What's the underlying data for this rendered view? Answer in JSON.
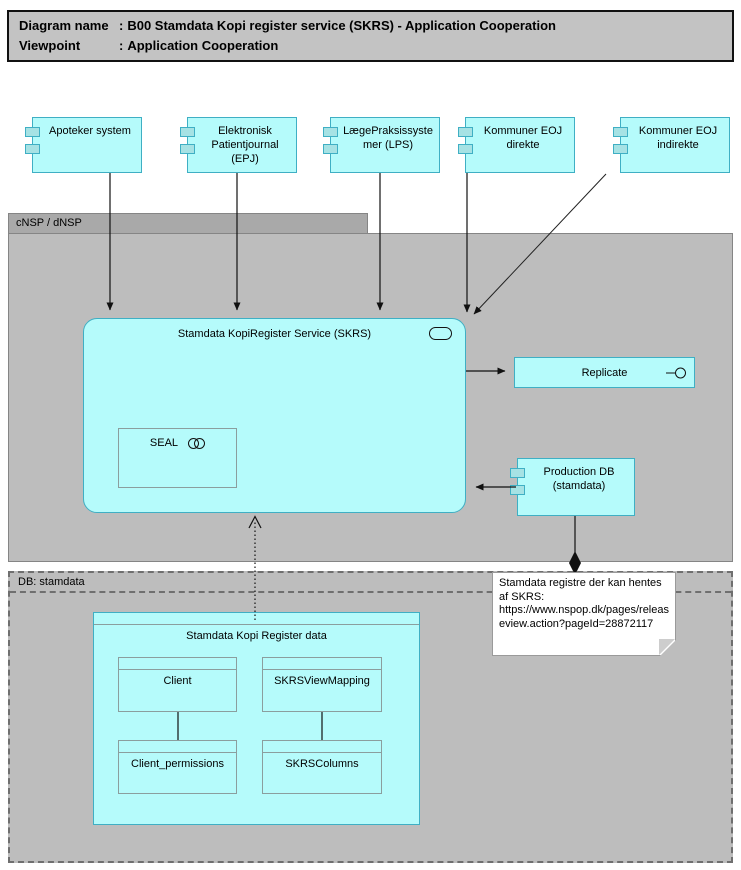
{
  "title_block": {
    "colon": ":",
    "row1_label": "Diagram name",
    "row1_value": "B00 Stamdata Kopi register service (SKRS) - Application Cooperation",
    "row2_label": "Viewpoint",
    "row2_value": "Application Cooperation"
  },
  "external_systems": [
    {
      "label": "Apoteker system"
    },
    {
      "label": "Elektronisk Patientjournal (EPJ)"
    },
    {
      "label": "LægePraksissystemer (LPS)"
    },
    {
      "label": "Kommuner EOJ direkte"
    },
    {
      "label": "Kommuner EOJ indirekte"
    }
  ],
  "nsp_group": {
    "label": "cNSP / dNSP"
  },
  "skrs_service": {
    "label": "Stamdata KopiRegister Service (SKRS)",
    "icon": "service-icon"
  },
  "seal": {
    "label": "SEAL",
    "icon": "collaboration-icon"
  },
  "replicate": {
    "label": "Replicate",
    "icon": "interface-lollipop-icon"
  },
  "production_db": {
    "label": "Production DB (stamdata)",
    "icon": "component-ports-icon"
  },
  "note": {
    "text": "Stamdata registre der kan hentes af SKRS: https://www.nspop.dk/pages/releaseview.action?pageId=28872117"
  },
  "db_group": {
    "label": "DB: stamdata"
  },
  "register_data": {
    "label": "Stamdata Kopi Register data",
    "tables": [
      {
        "label": "Client"
      },
      {
        "label": "SKRSViewMapping"
      },
      {
        "label": "Client_permissions"
      },
      {
        "label": "SKRSColumns"
      }
    ]
  },
  "colors": {
    "element_fill": "#b5fbfb",
    "element_border": "#3fafc4",
    "group_body_fill": "#bdbdbd",
    "group_tab_fill": "#a9a9a9",
    "title_fill": "#c3c3c3",
    "note_fill": "#ffffff",
    "line": "#111111"
  }
}
